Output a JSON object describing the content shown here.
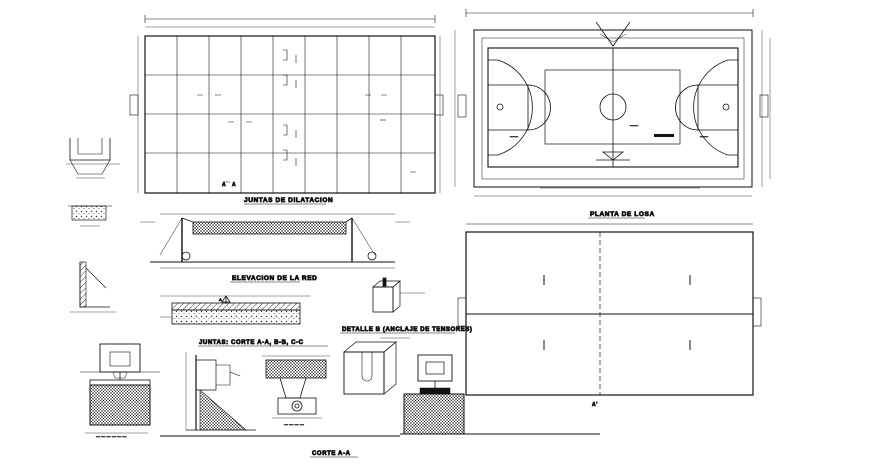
{
  "drawing": {
    "labels": {
      "juntas_dilatacion": "JUNTAS DE DILATACION",
      "planta_losa": "PLANTA DE LOSA",
      "elevacion_red": "ELEVACION DE LA RED",
      "detalle_b": "DETALLE B (ANCLAJE DE TENSORES)",
      "juntas_corte": "JUNTAS: CORTE A-A, B-B, C-C",
      "corte_aa": "CORTE A-A",
      "section_a": "A",
      "section_b": "B",
      "section_c": "C",
      "section_a_prime": "A'"
    },
    "colors": {
      "ink": "#111111",
      "paper": "#ffffff",
      "hatch": "#333333"
    }
  }
}
